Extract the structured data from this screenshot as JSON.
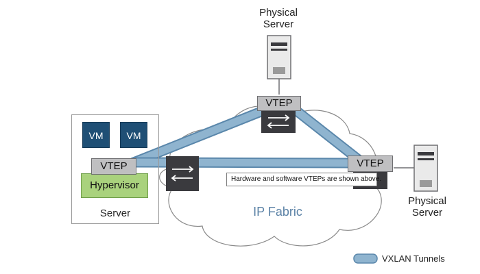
{
  "nodes": {
    "physical_server_top": {
      "line1": "Physical",
      "line2": "Server"
    },
    "physical_server_right": {
      "line1": "Physical",
      "line2": "Server"
    },
    "vtep_top": "VTEP",
    "vtep_left": "VTEP",
    "vtep_right": "VTEP",
    "vm_1": "VM",
    "vm_2": "VM",
    "hypervisor": "Hypervisor",
    "server": "Server",
    "ip_fabric": "IP Fabric"
  },
  "tooltip": "Hardware and software VTEPs are shown above.",
  "legend": {
    "vxlan_tunnels": "VXLAN Tunnels"
  },
  "colors": {
    "tunnel": "#8fb4cf",
    "tunnel_edge": "#5a87ab",
    "switch": "#3a3a3e",
    "vm": "#1f4f75",
    "hypervisor": "#a9d27d",
    "cloud_stroke": "#8a8a8a"
  },
  "icons": [
    "physical-server-icon",
    "switch-icon",
    "cloud-icon",
    "tunnel-legend-icon"
  ]
}
